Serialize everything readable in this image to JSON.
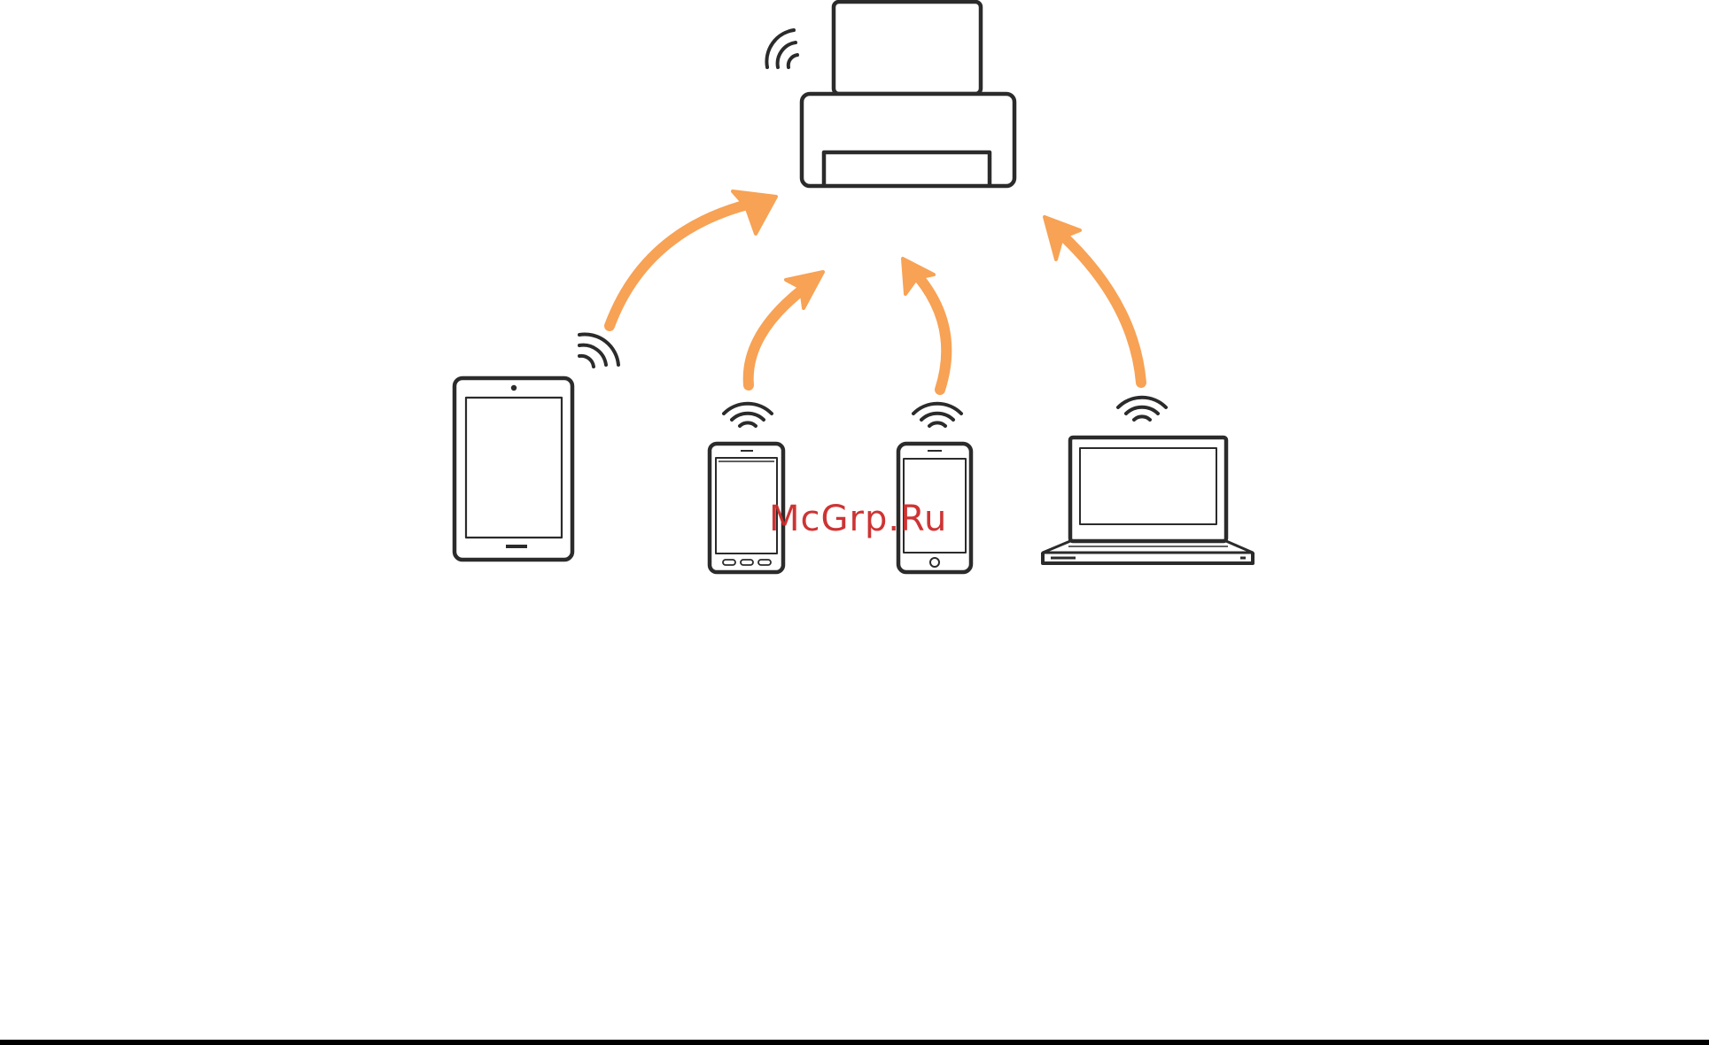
{
  "watermark": {
    "text": "McGrp.Ru"
  },
  "colors": {
    "arrow": "#f7a255",
    "outline": "#2b2b2b",
    "watermark": "#cc2a2a",
    "rule": "#000000"
  },
  "devices": [
    {
      "kind": "printer",
      "icon": "printer-icon"
    },
    {
      "kind": "tablet",
      "icon": "tablet-icon"
    },
    {
      "kind": "android-phone",
      "icon": "android-phone-icon"
    },
    {
      "kind": "iphone",
      "icon": "iphone-icon"
    },
    {
      "kind": "laptop",
      "icon": "laptop-icon"
    }
  ]
}
